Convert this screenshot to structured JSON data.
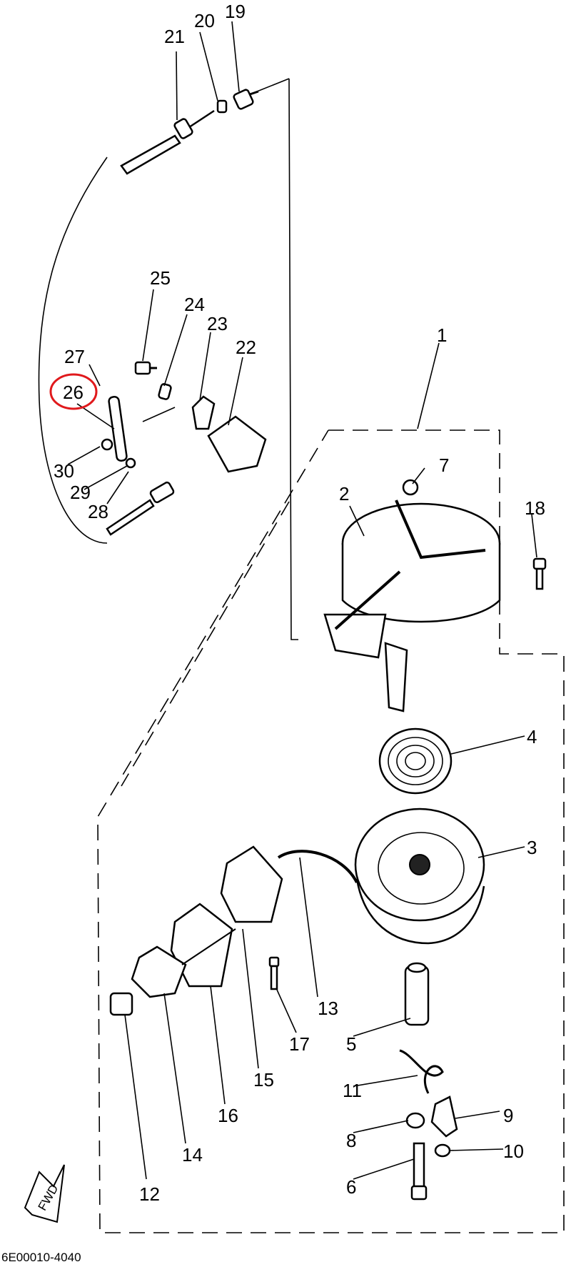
{
  "document": {
    "footer_code": "6E00010-4040",
    "fwd_arrow_label": "FWD",
    "highlight_color": "#e0191c",
    "highlighted_callout": "26"
  },
  "callouts": {
    "c1": "1",
    "c2": "2",
    "c3": "3",
    "c4": "4",
    "c5": "5",
    "c6": "6",
    "c7": "7",
    "c8": "8",
    "c9": "9",
    "c10": "10",
    "c11": "11",
    "c12": "12",
    "c13": "13",
    "c14": "14",
    "c15": "15",
    "c16": "16",
    "c17": "17",
    "c18": "18",
    "c19": "19",
    "c20": "20",
    "c21": "21",
    "c22": "22",
    "c23": "23",
    "c24": "24",
    "c25": "25",
    "c26": "26",
    "c27": "27",
    "c28": "28",
    "c29": "29",
    "c30": "30"
  }
}
